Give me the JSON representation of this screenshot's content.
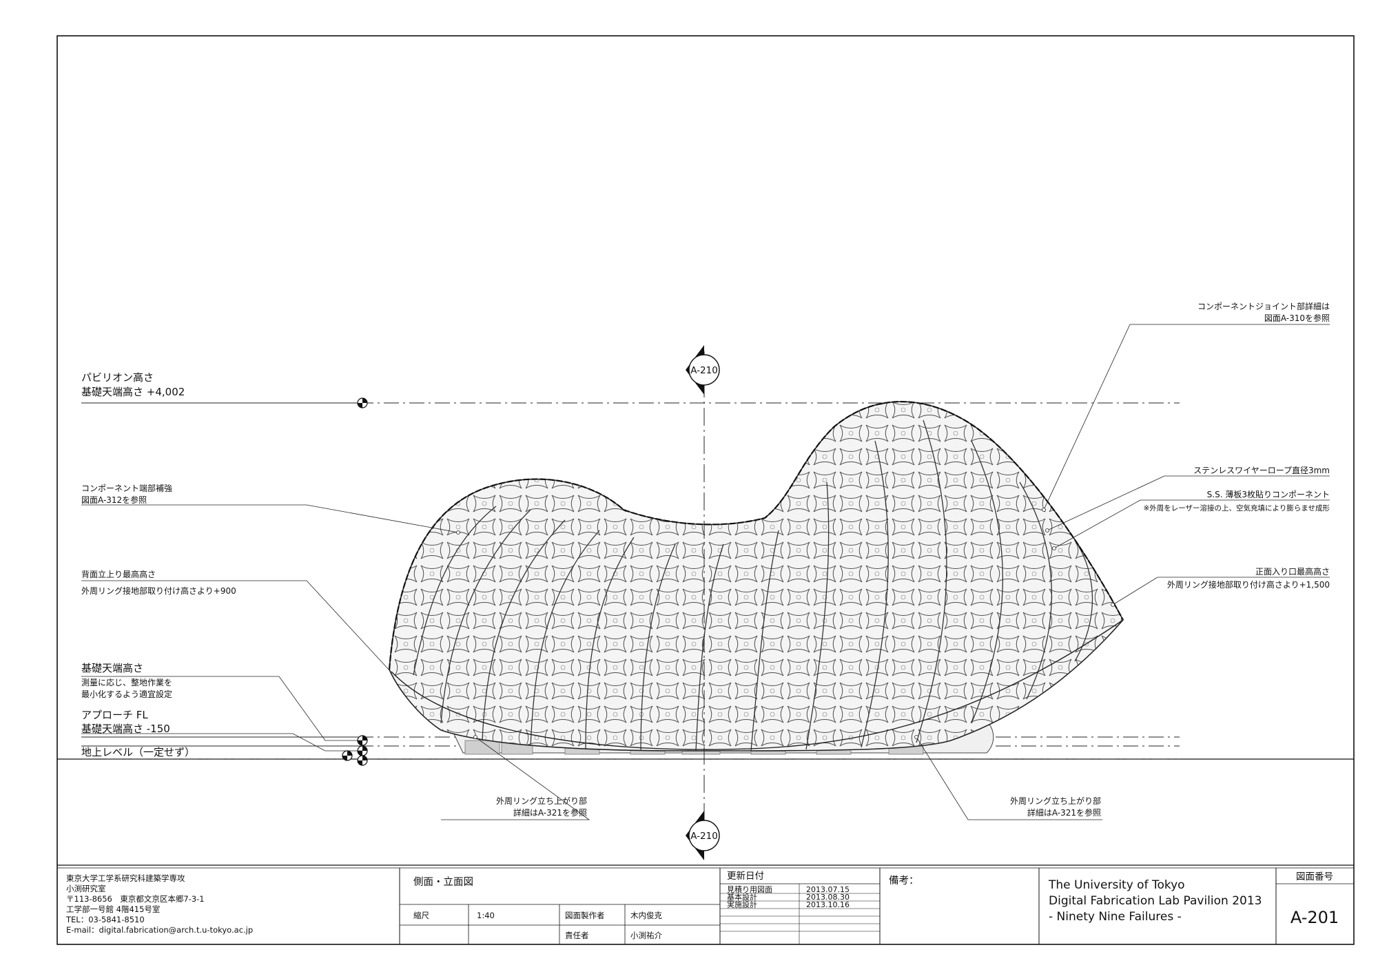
{
  "sheet": {
    "pavilion_height": {
      "line1": "パビリオン高さ",
      "line2": "基礎天端高さ +4,002"
    },
    "component_end": {
      "line1": "コンポーネント端部補強",
      "line2": "図面A-312を参照"
    },
    "rear_rise": {
      "line1": "背面立上り最高高さ",
      "line2": "外周リング接地部取り付け高さより+900"
    },
    "foundation_top": {
      "line1": "基礎天端高さ",
      "line2": "測量に応じ、整地作業を",
      "line3": "最小化するよう適宜設定"
    },
    "approach": {
      "line1": "アプローチ FL",
      "line2": "基礎天端高さ -150"
    },
    "ground_level": "地上レベル（一定せず）",
    "joint_detail": {
      "line1": "コンポーネントジョイント部詳細は",
      "line2": "図面A-310を参照"
    },
    "wire_rope": "ステンレスワイヤーロープ直径3mm",
    "ss_component": {
      "line1": "S.S. 薄板3枚貼りコンポーネント",
      "line2": "※外周をレーザー溶接の上、空気充填により膨らませ成形"
    },
    "front_entry": {
      "line1": "正面入り口最高高さ",
      "line2": "外周リング接地部取り付け高さより+1,500"
    },
    "ring_left": {
      "line1": "外周リング立ち上がり部",
      "line2": "詳細はA-321を参照"
    },
    "ring_right": {
      "line1": "外周リング立ち上がり部",
      "line2": "詳細はA-321を参照"
    },
    "section_marker_top": "A-210",
    "section_marker_bottom": "A-210"
  },
  "title_block": {
    "office": {
      "line1": "東京大学工学系研究科建築学専攻",
      "line2": "小渕研究室",
      "line3": "〒113-8656　東京都文京区本郷7-3-1",
      "line4": "工学部一号館 4階415号室",
      "line5": "TEL：03-5841-8510",
      "line6": "E-mail：digital.fabrication@arch.t.u-tokyo.ac.jp"
    },
    "drawing_title": "側面・立面図",
    "scale_label": "縮尺",
    "scale_value": "1:40",
    "drafter_label": "図面製作者",
    "drafter_name": "木内俊克",
    "manager_label": "責任者",
    "manager_name": "小渕祐介",
    "revisions_label": "更新日付",
    "revisions": [
      {
        "name": "見積り用図面",
        "date": "2013.07.15"
      },
      {
        "name": "基本設計",
        "date": "2013.08.30"
      },
      {
        "name": "実施設計",
        "date": "2013.10.16"
      }
    ],
    "remarks_label": "備考：",
    "project": {
      "line1": "The University of Tokyo",
      "line2": "Digital Fabrication Lab Pavilion 2013",
      "line3": "- Ninety Nine Failures -"
    },
    "drawing_number_label": "図面番号",
    "drawing_number": "A-201"
  }
}
